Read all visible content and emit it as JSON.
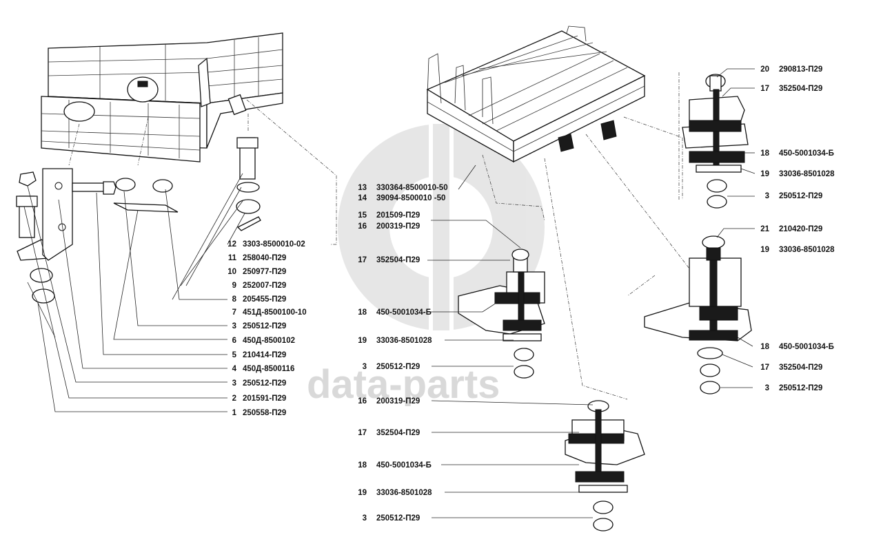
{
  "watermark": "data-parts",
  "callouts": [
    {
      "num": "12",
      "code": "3303-8500010-02"
    },
    {
      "num": "11",
      "code": "258040-П29"
    },
    {
      "num": "10",
      "code": "250977-П29"
    },
    {
      "num": "9",
      "code": "252007-П29"
    },
    {
      "num": "8",
      "code": "205455-П29"
    },
    {
      "num": "7",
      "code": "451Д-8500100-10"
    },
    {
      "num": "3",
      "code": "250512-П29"
    },
    {
      "num": "6",
      "code": "450Д-8500102"
    },
    {
      "num": "5",
      "code": "210414-П29"
    },
    {
      "num": "4",
      "code": "450Д-8500116"
    },
    {
      "num": "3",
      "code": "250512-П29"
    },
    {
      "num": "2",
      "code": "201591-П29"
    },
    {
      "num": "1",
      "code": "250558-П29"
    },
    {
      "num": "13",
      "code": "330364-8500010-50"
    },
    {
      "num": "14",
      "code": "39094-8500010  -50"
    },
    {
      "num": "15",
      "code": "201509-П29"
    },
    {
      "num": "16",
      "code": "200319-П29"
    },
    {
      "num": "17",
      "code": "352504-П29"
    },
    {
      "num": "18",
      "code": "450-5001034-Б"
    },
    {
      "num": "19",
      "code": "33036-8501028"
    },
    {
      "num": "3",
      "code": "250512-П29"
    },
    {
      "num": "16",
      "code": "200319-П29"
    },
    {
      "num": "17",
      "code": "352504-П29"
    },
    {
      "num": "18",
      "code": "450-5001034-Б"
    },
    {
      "num": "19",
      "code": "33036-8501028"
    },
    {
      "num": "3",
      "code": "250512-П29"
    },
    {
      "num": "20",
      "code": "290813-П29"
    },
    {
      "num": "17",
      "code": "352504-П29"
    },
    {
      "num": "18",
      "code": "450-5001034-Б"
    },
    {
      "num": "19",
      "code": "33036-8501028"
    },
    {
      "num": "3",
      "code": "250512-П29"
    },
    {
      "num": "21",
      "code": "210420-П29"
    },
    {
      "num": "19",
      "code": "33036-8501028"
    },
    {
      "num": "18",
      "code": "450-5001034-Б"
    },
    {
      "num": "17",
      "code": "352504-П29"
    },
    {
      "num": "3",
      "code": "250512-П29"
    }
  ]
}
